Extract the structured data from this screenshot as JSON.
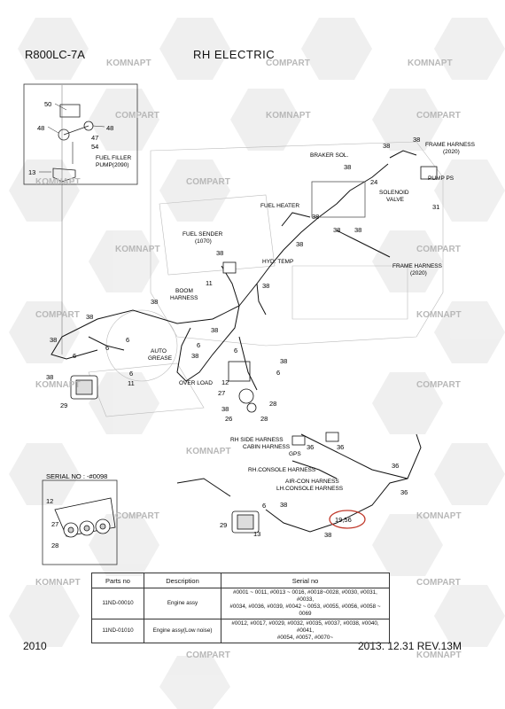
{
  "header": {
    "model": "R800LC-7A",
    "title": "RH ELECTRIC"
  },
  "footer": {
    "year": "2010",
    "revision": "2013. 12.31   REV.13M"
  },
  "watermarks": [
    "KOMNAPT",
    "COMPART"
  ],
  "inset_top": {
    "labels": [
      "50",
      "48",
      "48",
      "47",
      "54",
      "13"
    ],
    "fuel_filler_pump": [
      "FUEL FILLER",
      "PUMP(2090)"
    ]
  },
  "components": {
    "frame_harness_top": [
      "FRAME HARNESS",
      "(2020)"
    ],
    "frame_harness_mid": [
      "FRAME HARNESS",
      "(2020)"
    ],
    "braker_sol": "BRAKER SOL.",
    "pump_ps": "PUMP PS",
    "solenoid_valve": [
      "SOLENOID",
      "VALVE"
    ],
    "fuel_heater": "FUEL HEATER",
    "fuel_sender": [
      "FUEL SENDER",
      "(1070)"
    ],
    "hyd_temp": "HYD. TEMP",
    "boom_harness": [
      "BOOM",
      "HARNESS"
    ],
    "auto_grease": [
      "AUTO",
      "GREASE"
    ],
    "over_load": "OVER LOAD",
    "rh_side_harness": "RH SIDE HARNESS",
    "cabin_harness": "CABIN HARNESS",
    "gps": "GPS",
    "rh_console_harness": "RH.CONSOLE HARNESS",
    "aircon_harness": "AIR-CON HARNESS",
    "lh_console_harness": "LH.CONSOLE HARNESS"
  },
  "part_numbers": {
    "top_right": [
      "38",
      "38",
      "38",
      "24",
      "31",
      "38",
      "38"
    ],
    "middle": [
      "38",
      "38",
      "38",
      "38",
      "11",
      "38",
      "38",
      "38",
      "6",
      "6",
      "6",
      "38",
      "6",
      "38",
      "6",
      "38",
      "6",
      "38",
      "11",
      "29",
      "12",
      "6",
      "27",
      "28",
      "38",
      "26",
      "28"
    ],
    "lower": [
      "36",
      "36",
      "36",
      "36",
      "6",
      "38",
      "29",
      "13",
      "38"
    ],
    "callout": "19,56"
  },
  "serial_inset": {
    "title": "SERIAL NO : -#0098",
    "labels": [
      "12",
      "27",
      "28"
    ]
  },
  "parts_table": {
    "headers": [
      "Parts no",
      "Description",
      "Serial no"
    ],
    "rows": [
      {
        "parts_no": "11ND-00010",
        "description": "Engine assy",
        "serial_line1": "#0001 ~ 0011, #0013 ~ 0016, #0018~0028, #0030, #0031, #0033,",
        "serial_line2": "#0034, #0036, #0039, #0042 ~ 0053, #0055, #0056, #0058 ~ 0069"
      },
      {
        "parts_no": "11ND-01010",
        "description": "Engine assy(Low noise)",
        "serial_line1": "#0012, #0017, #0029, #0032, #0035, #0037, #0038, #0040, #0041,",
        "serial_line2": "#0054, #0057, #0070~"
      }
    ]
  }
}
